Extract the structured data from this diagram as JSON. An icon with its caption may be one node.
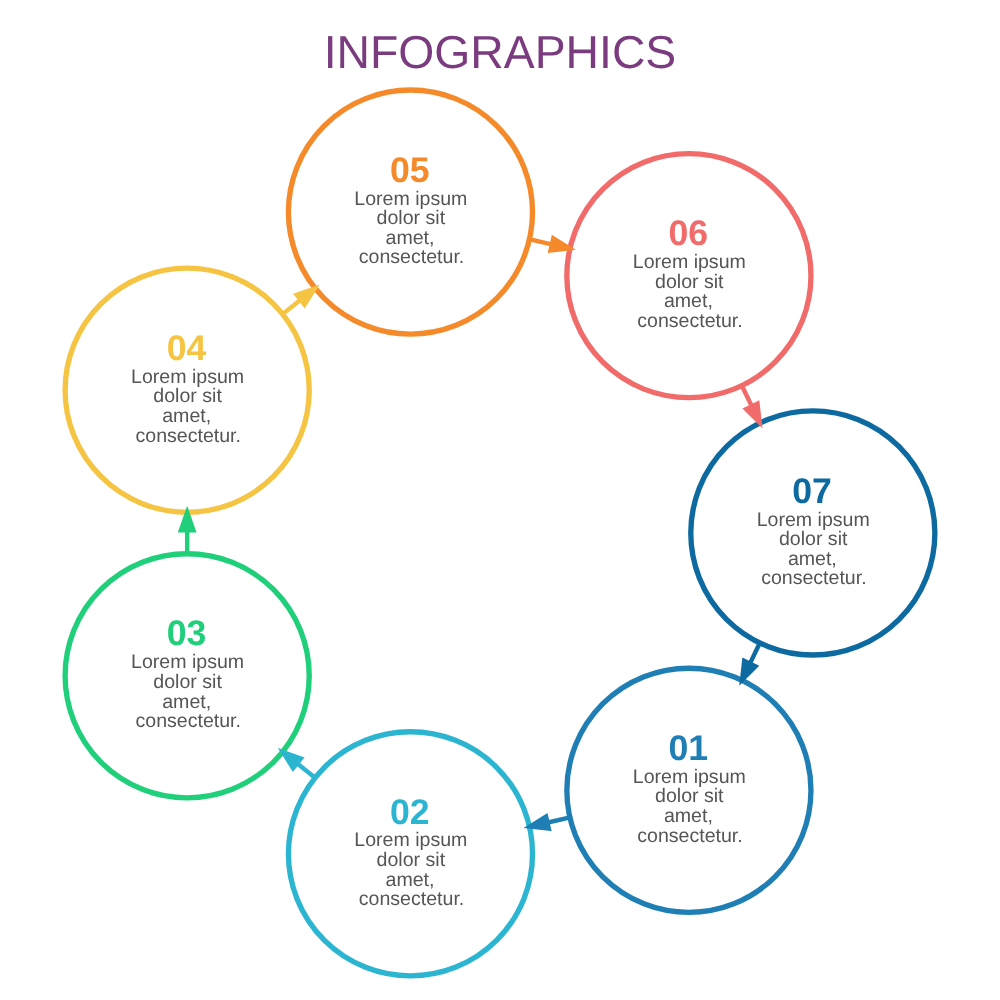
{
  "diagram": {
    "title": "INFOGRAPHICS",
    "nodes": [
      {
        "text": [
          "01",
          "Lorem ipsum dolor sit amet, consectetur."
        ]
      },
      {
        "text": [
          "02",
          "Lorem ipsum dolor sit amet, consectetur."
        ]
      },
      {
        "text": [
          "03",
          "Lorem ipsum dolor sit amet, consectetur."
        ]
      },
      {
        "text": [
          "04",
          "Lorem ipsum dolor sit amet, consectetur."
        ]
      },
      {
        "text": [
          "05",
          "Lorem ipsum dolor sit amet, consectetur."
        ]
      },
      {
        "text": [
          "06",
          "Lorem ipsum dolor sit amet, consectetur."
        ]
      },
      {
        "text": [
          "07",
          "Lorem ipsum dolor sit amet, consectetur."
        ]
      }
    ],
    "edges": [
      {
        "from": 0,
        "to": 1,
        "arrow": "to",
        "color": "#1f7fb5"
      },
      {
        "from": 1,
        "to": 2,
        "arrow": "to",
        "color": "#2cb5d0"
      },
      {
        "from": 2,
        "to": 3,
        "arrow": "to",
        "color": "#1fcf7a"
      },
      {
        "from": 3,
        "to": 4,
        "arrow": "to",
        "color": "#f6c443"
      },
      {
        "from": 4,
        "to": 5,
        "arrow": "to",
        "color": "#f58a2a"
      },
      {
        "from": 5,
        "to": 6,
        "arrow": "to",
        "color": "#f26b6b"
      },
      {
        "from": 6,
        "to": 0,
        "arrow": "to",
        "color": "#0d6aa0"
      }
    ]
  }
}
